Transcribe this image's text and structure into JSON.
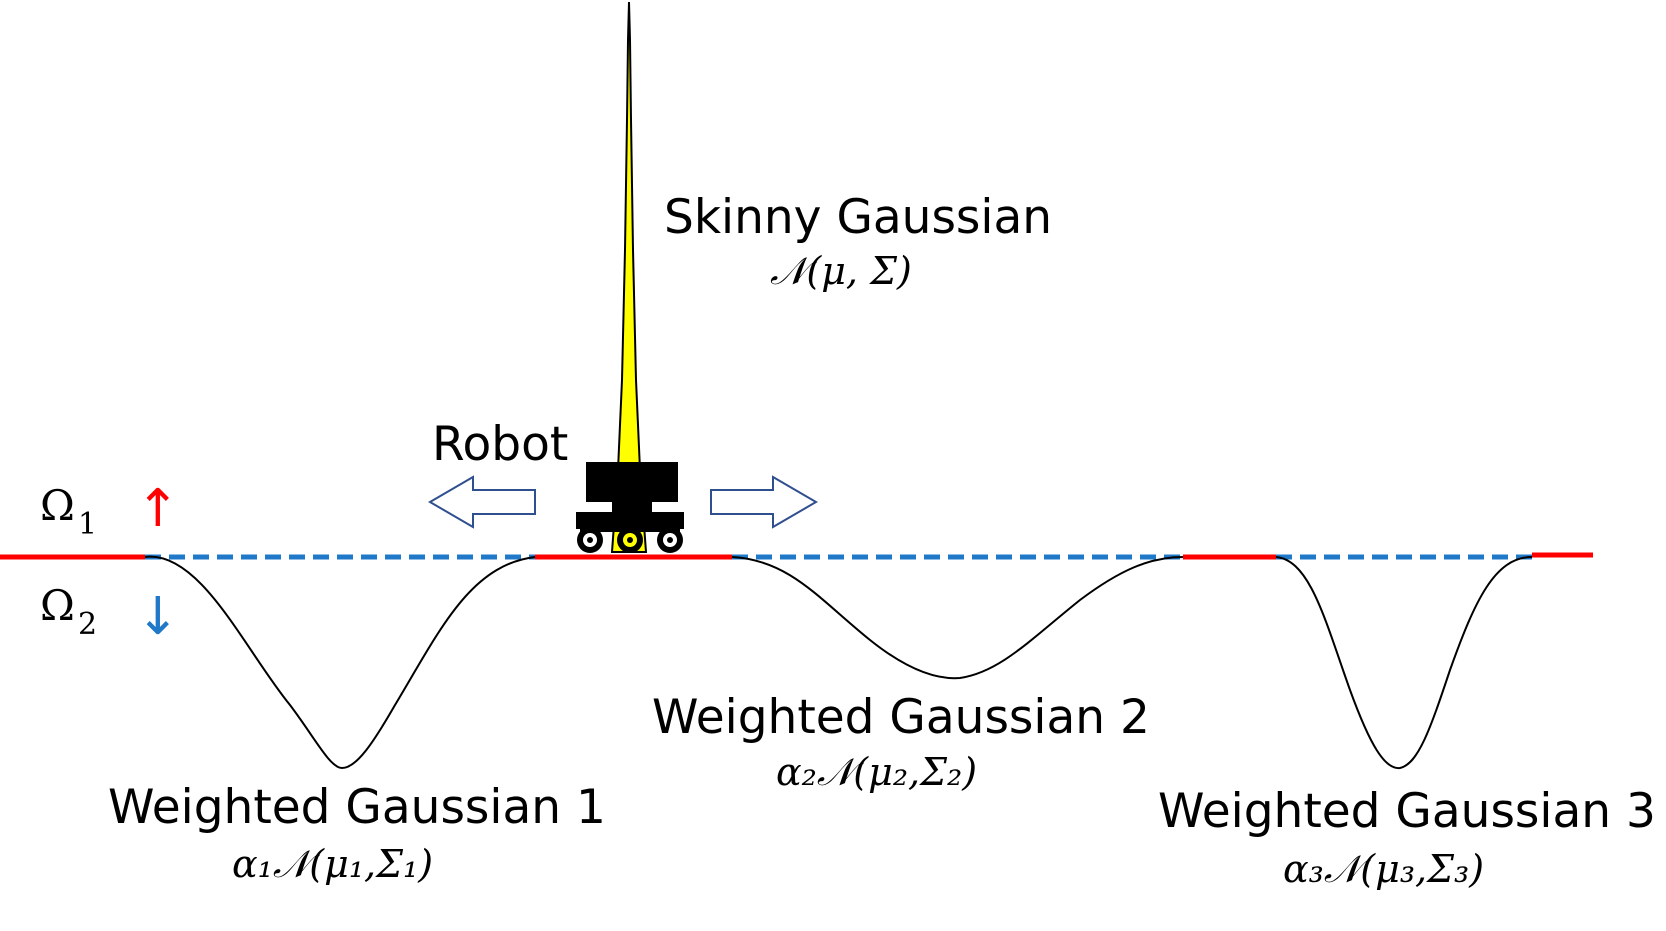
{
  "labels": {
    "skinny_title": "Skinny Gaussian",
    "skinny_formula": "𝒩(μ, Σ)",
    "robot": "Robot",
    "omega1": "Ω",
    "omega1_sub": "1",
    "omega2": "Ω",
    "omega2_sub": "2",
    "arrow_up": "↑",
    "arrow_down": "↓",
    "g1_title": "Weighted Gaussian 1",
    "g1_formula": "α₁𝒩(μ₁,Σ₁)",
    "g2_title": "Weighted Gaussian 2",
    "g2_formula": "α₂𝒩(μ₂,Σ₂)",
    "g3_title": "Weighted Gaussian 3",
    "g3_formula": "α₃𝒩(μ₃,Σ₃)"
  },
  "colors": {
    "omega1_line": "#ff0000",
    "omega2_dashed": "#1f78c8",
    "skinny_fill": "#ffff00",
    "robot_body": "#000000",
    "arrow_outline": "#2f4f8f",
    "arrow_up": "#ff0000",
    "arrow_down": "#1f78c8"
  }
}
